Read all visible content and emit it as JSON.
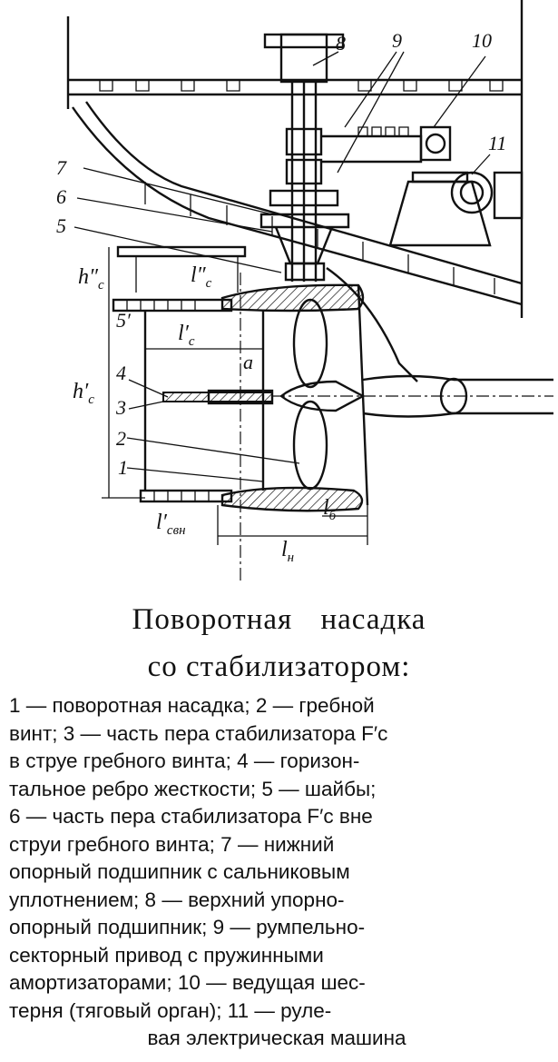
{
  "figure": {
    "part_labels": [
      "1",
      "2",
      "3",
      "4",
      "5",
      "6",
      "7",
      "8",
      "9",
      "10",
      "11"
    ],
    "dimension_labels": {
      "h_c2": "h″",
      "h_c2_sub": "c",
      "l_c2": "l″",
      "l_c2_sub": "c",
      "h_c1": "h′",
      "h_c1_sub": "c",
      "l_c1": "l′",
      "l_c1_sub": "c",
      "a": "a",
      "l_cvn": "l′",
      "l_cvn_sub": "cвн",
      "l_b": "l",
      "l_b_sub": "б",
      "l_n": "l",
      "l_n_sub": "н",
      "five_prime": "5′"
    }
  },
  "title": {
    "line1": "Поворотная насадка",
    "line2": "со стабилизатором:"
  },
  "caption": {
    "rows": [
      "1 — поворотная насадка; 2 — гребной",
      "винт; 3 — часть пера стабилизатора F′c",
      "в струе гребного винта; 4 — горизон-",
      "тальное ребро жесткости; 5 — шайбы;",
      "6 — часть пера стабилизатора F′c вне",
      "струи гребного винта; 7 — нижний",
      "опорный подшипник с сальниковым",
      "уплотнением; 8 — верхний упорно-",
      "опорный подшипник; 9 — румпельно-",
      "секторный привод с пружинными",
      "амортизаторами; 10 — ведущая шес-",
      "терня (тяговый орган); 11 — руле-",
      "вая электрическая машина"
    ]
  }
}
